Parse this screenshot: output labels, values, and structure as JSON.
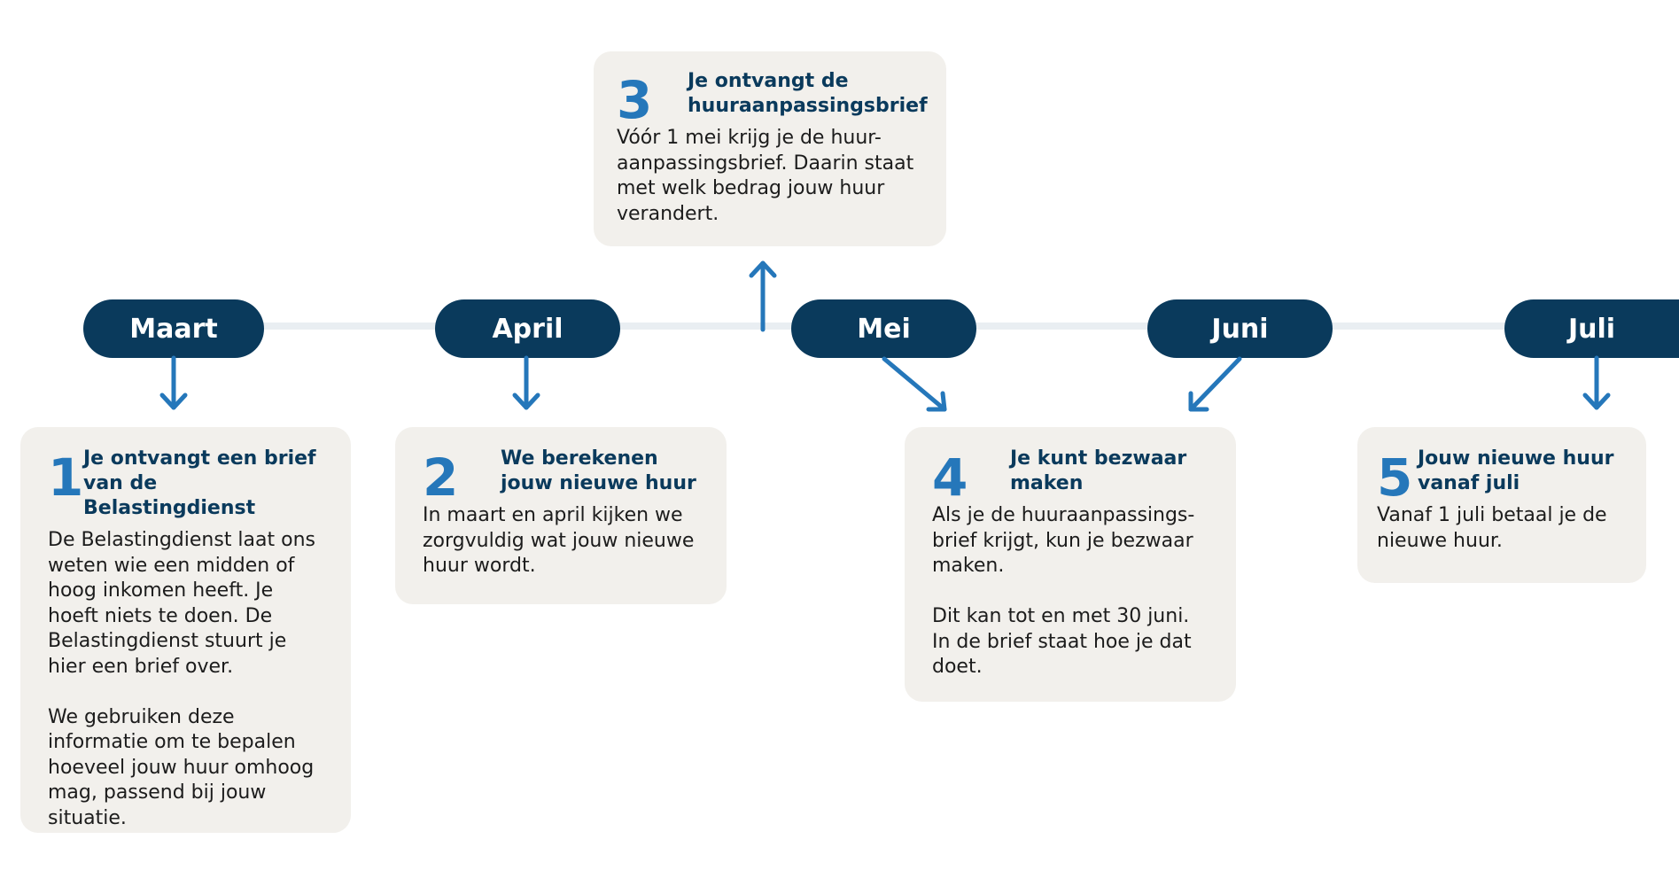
{
  "months": [
    "Maart",
    "April",
    "Mei",
    "Juni",
    "Juli"
  ],
  "steps": [
    {
      "number": "1",
      "title": "Je ontvangt een brief van de Belastingdienst",
      "body": "De Belastingdienst laat ons weten wie een midden of hoog inkomen heeft. Je hoeft niets te doen. De Belastingdienst stuurt je hier een brief over.\n\nWe gebruiken deze informatie om te bepalen hoeveel jouw huur omhoog mag, passend bij jouw situatie."
    },
    {
      "number": "2",
      "title": "We berekenen jouw nieuwe huur",
      "body": "In maart en april kijken we zorgvuldig wat jouw nieuwe huur wordt."
    },
    {
      "number": "3",
      "title": "Je ontvangt de huuraanpassingsbrief",
      "body": "Vóór 1 mei krijg je de huur-aanpassingsbrief. Daarin staat met welk bedrag jouw huur verandert."
    },
    {
      "number": "4",
      "title": "Je kunt bezwaar maken",
      "body": "Als je de huuraanpassings-brief krijgt, kun je bezwaar maken.\n\nDit kan tot en met 30 juni. In de brief staat hoe je dat doet."
    },
    {
      "number": "5",
      "title": "Jouw nieuwe huur vanaf juli",
      "body": "Vanaf 1 juli betaal je de nieuwe huur."
    }
  ],
  "colors": {
    "pill": "#0a3a5c",
    "accent": "#2577ba",
    "card": "#f2f0ec",
    "line": "#e9eef2"
  }
}
